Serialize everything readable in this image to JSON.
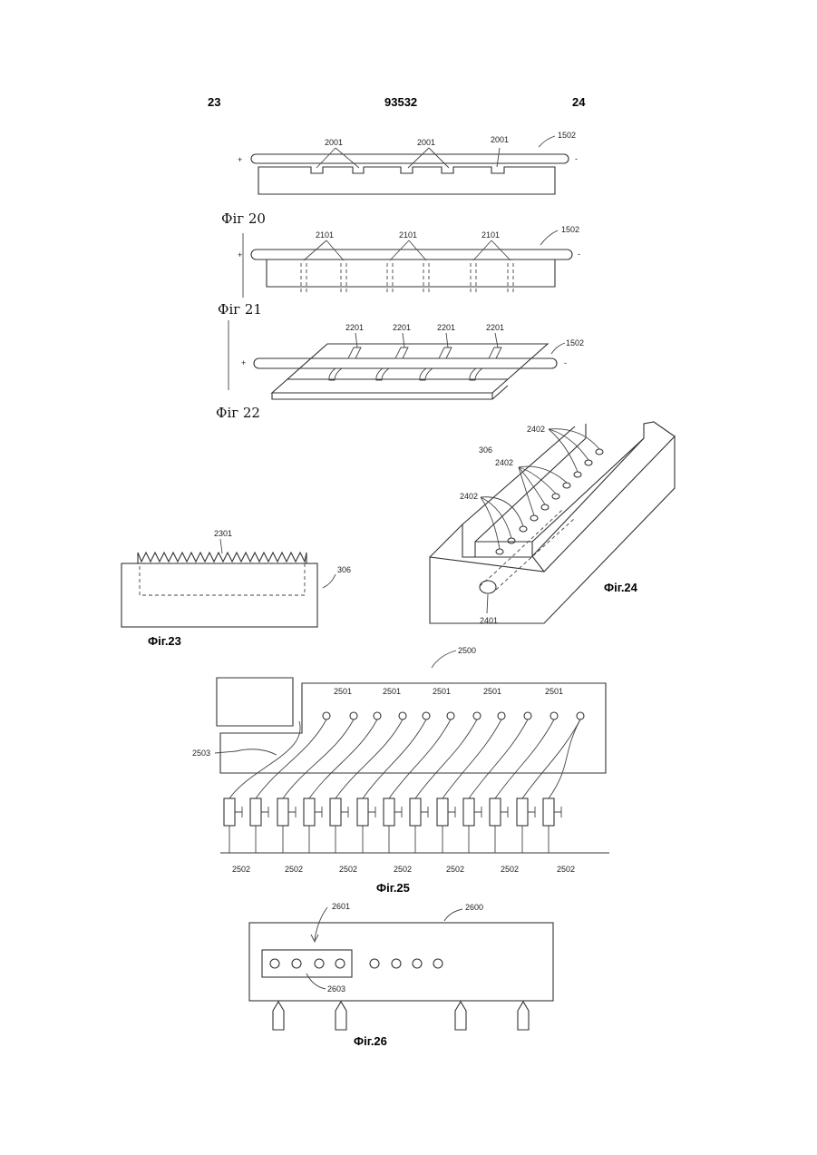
{
  "header": {
    "page_left": "23",
    "doc_number": "93532",
    "page_right": "24"
  },
  "fig20": {
    "caption": "Фіг 20",
    "ref_tube": "1502",
    "labels": [
      "2001",
      "2001",
      "2001"
    ],
    "plus": "+",
    "minus": "-"
  },
  "fig21": {
    "caption": "Фіг 21",
    "ref_tube": "1502",
    "labels": [
      "2101",
      "2101",
      "2101"
    ],
    "plus": "+",
    "minus": "-"
  },
  "fig22": {
    "caption": "Фіг 22",
    "ref_tube": "1502",
    "labels": [
      "2201",
      "2201",
      "2201",
      "2201"
    ],
    "plus": "+",
    "minus": "-"
  },
  "fig23": {
    "caption": "Фіг.23",
    "ref_teeth": "2301",
    "ref_body": "306"
  },
  "fig24": {
    "caption": "Фіг.24",
    "ref_body": "306",
    "ref_hole": "2401",
    "ref_holes": [
      "2402",
      "2402",
      "2402"
    ]
  },
  "fig25": {
    "caption": "Фіг.25",
    "ref_device": "2500",
    "ref_wire": "2503",
    "ref_outlets": [
      "2501",
      "2501",
      "2501",
      "2501",
      "2501"
    ],
    "ref_elements": [
      "2502",
      "2502",
      "2502",
      "2502",
      "2502",
      "2502",
      "2502"
    ]
  },
  "fig26": {
    "caption": "Фіг.26",
    "ref_device": "2600",
    "ref_group": "2601",
    "ref_frame": "2603"
  }
}
